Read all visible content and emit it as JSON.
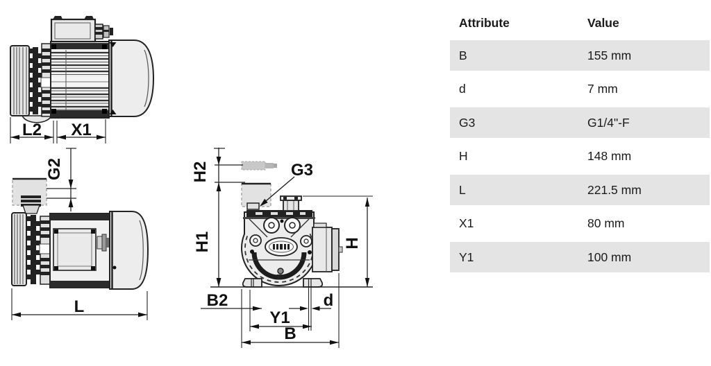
{
  "drawing": {
    "labels": {
      "l2": "L2",
      "x1": "X1",
      "g2": "G2",
      "l": "L",
      "h2": "H2",
      "h1": "H1",
      "g3": "G3",
      "h": "H",
      "b2": "B2",
      "d": "d",
      "y1": "Y1",
      "b": "B"
    }
  },
  "table": {
    "header": {
      "attribute": "Attribute",
      "value": "Value"
    },
    "rows": [
      {
        "attribute": "B",
        "value": "155 mm"
      },
      {
        "attribute": "d",
        "value": "7 mm"
      },
      {
        "attribute": "G3",
        "value": "G1/4\"-F"
      },
      {
        "attribute": "H",
        "value": "148 mm"
      },
      {
        "attribute": "L",
        "value": "221.5 mm"
      },
      {
        "attribute": "X1",
        "value": "80 mm"
      },
      {
        "attribute": "Y1",
        "value": "100 mm"
      }
    ]
  },
  "colors": {
    "row_stripe": "#e4e4e4",
    "line": "#1a1a1a",
    "fill_light": "#ececec",
    "fill_dark": "#2b2b2b",
    "phantom": "#c8c8c8"
  }
}
